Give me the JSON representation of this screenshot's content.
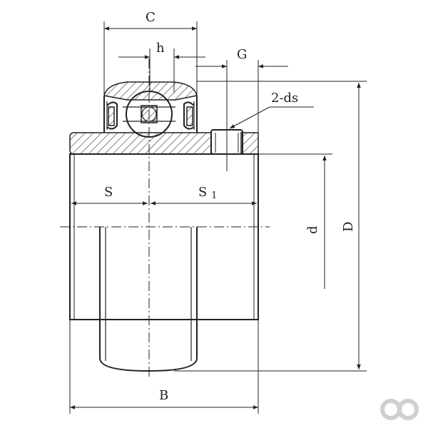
{
  "labels": {
    "C": "C",
    "h": "h",
    "G": "G",
    "ds": "2-ds",
    "S": "S",
    "S1_main": "S",
    "S1_sub": "1",
    "d": "d",
    "D": "D",
    "B": "B"
  },
  "colors": {
    "line": "#222222",
    "logo": "#cccccc"
  },
  "icons": {
    "watermark": "infinity-logo-icon"
  }
}
